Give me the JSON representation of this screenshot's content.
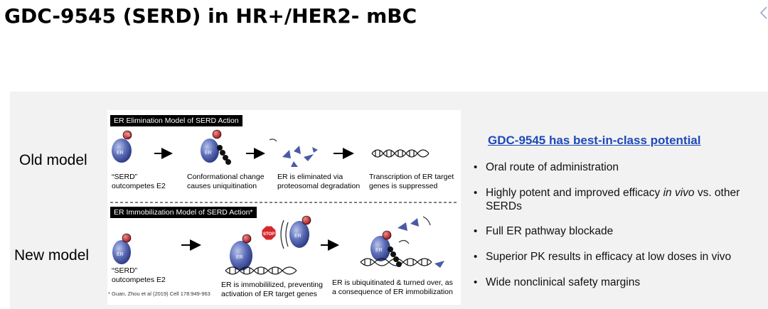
{
  "slide": {
    "title": "GDC-9545 (SERD) in HR+/HER2- mBC"
  },
  "left": {
    "old_model_label": "Old model",
    "new_model_label": "New model"
  },
  "figure": {
    "elimination_tag": "ER Elimination Model of SERD Action",
    "immobilization_tag": "ER Immobilization Model of SERD Action*",
    "er_label": "ER",
    "stop_label": "STOP",
    "old_captions": [
      [
        "“SERD”",
        "outcompetes E2"
      ],
      [
        "Conformational change",
        "causes uniquitination"
      ],
      [
        "ER is eliminated via",
        "proteosomal degradation"
      ],
      [
        "Transcription of ER target",
        "genes is suppressed"
      ]
    ],
    "new_captions": [
      [
        "“SERD”",
        "outcompetes E2"
      ],
      [
        "ER is immobililized, preventing",
        "activation of ER target genes"
      ],
      [
        "ER is ubiquitinated & turned over, as",
        "a consequence of ER immobilization"
      ]
    ],
    "citation": "* Guan, Zhou et al (2019) Cell 178:949-963"
  },
  "right": {
    "heading": "GDC-9545 has best-in-class potential",
    "bullets": [
      {
        "pre": "Oral route of administration",
        "em": "",
        "post": ""
      },
      {
        "pre": "Highly potent and improved efficacy ",
        "em": "in vivo",
        "post": " vs. other SERDs"
      },
      {
        "pre": "Full ER pathway blockade",
        "em": "",
        "post": ""
      },
      {
        "pre": "Superior PK results in efficacy at low doses in vivo",
        "em": "",
        "post": ""
      },
      {
        "pre": "Wide nonclinical safety margins",
        "em": "",
        "post": ""
      }
    ]
  },
  "colors": {
    "heading_blue": "#1f49b8",
    "panel_bg": "#f2f2f2",
    "er_blue": "#4a5aa6",
    "drug_red": "#c0242a"
  }
}
